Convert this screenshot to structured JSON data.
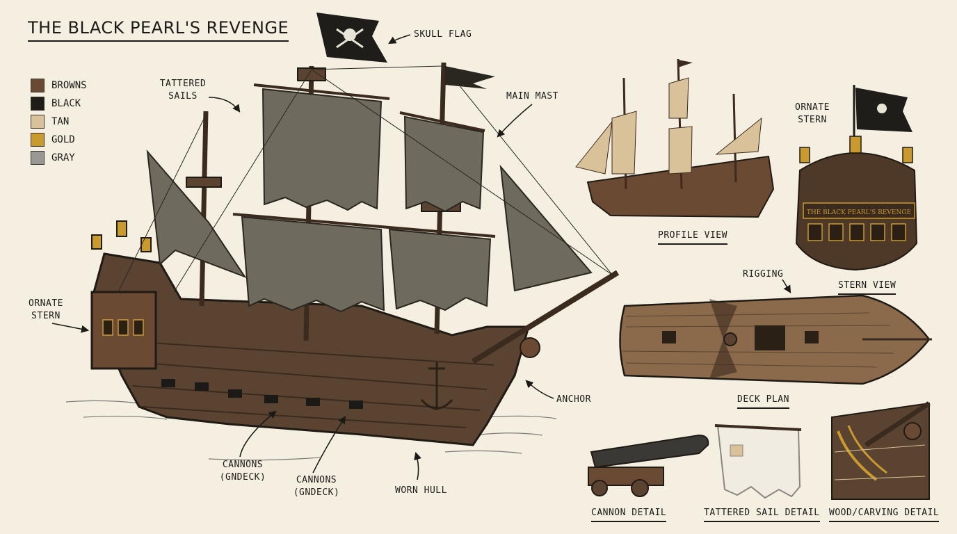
{
  "title": "THE BLACK PEARL'S REVENGE",
  "legend": [
    {
      "label": "BROWNS",
      "color": "#6b4a34"
    },
    {
      "label": "BLACK",
      "color": "#1f1d1a"
    },
    {
      "label": "TAN",
      "color": "#d9c19a"
    },
    {
      "label": "GOLD",
      "color": "#c99a2e"
    },
    {
      "label": "GRAY",
      "color": "#9a9894"
    }
  ],
  "callouts": {
    "skull_flag": "SKULL FLAG",
    "tattered_sails_1": "TATTERED",
    "tattered_sails_2": "SAILS",
    "main_mast": "MAIN MAST",
    "ornate_stern_left_1": "ORNATE",
    "ornate_stern_left_2": "STERN",
    "anchor": "ANCHOR",
    "cannons_a_1": "CANNONS",
    "cannons_a_2": "(GNDECK)",
    "cannons_b_1": "CANNONS",
    "cannons_b_2": "(GNDECK)",
    "worn_hull": "WORN HULL",
    "ornate_stern_right_1": "ORNATE",
    "ornate_stern_right_2": "STERN",
    "rigging": "RIGGING"
  },
  "views": {
    "profile": "PROFILE VIEW",
    "stern": "STERN VIEW",
    "deck_plan": "DECK PLAN",
    "cannon_detail": "CANNON DETAIL",
    "sail_detail": "TATTERED SAIL DETAIL",
    "wood_detail": "WOOD/CARVING DETAIL"
  },
  "stern_banner": "THE BLACK PEARL'S REVENGE"
}
